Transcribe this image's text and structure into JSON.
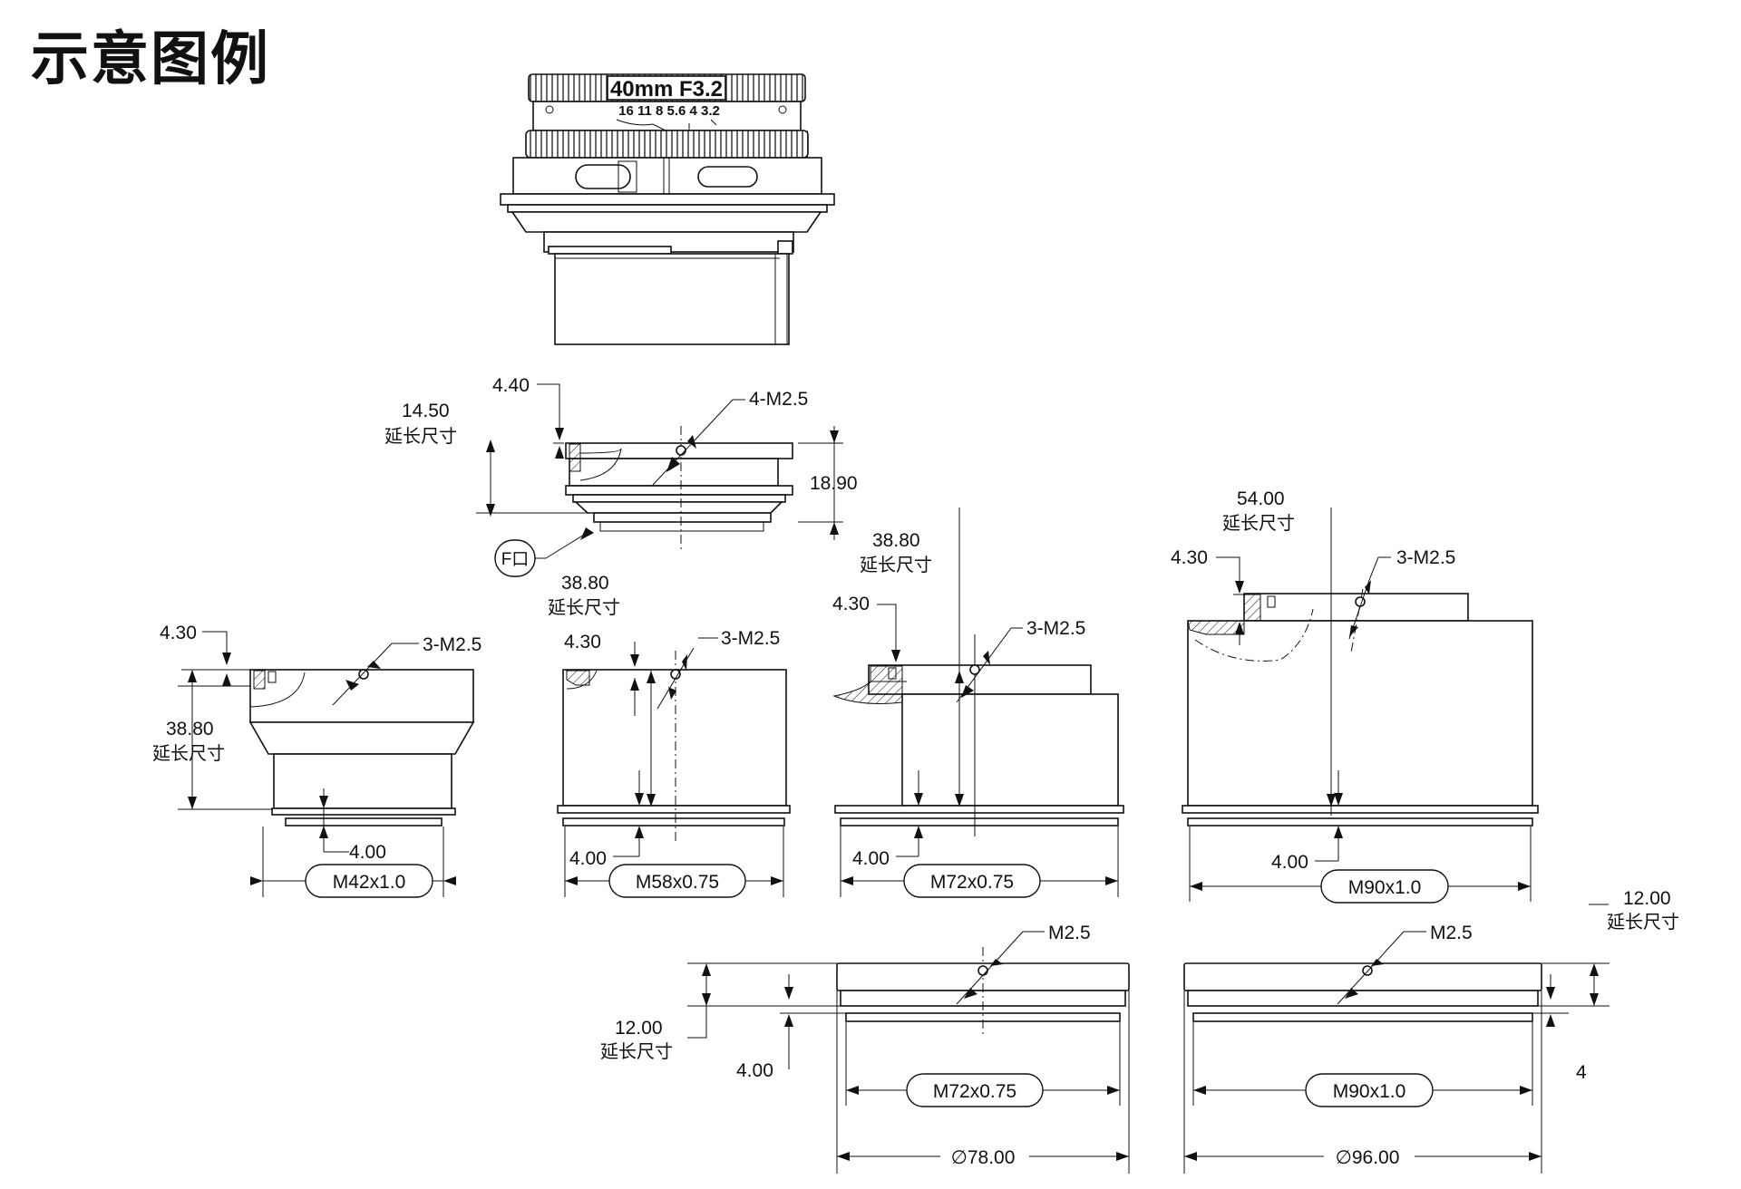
{
  "title": "示意图例",
  "lens": {
    "model": "40mm F3.2",
    "aperture_scale": "16 11 8  5.6  4  3.2"
  },
  "f_badge": "F口",
  "top_adapter": {
    "ext_value": "14.50",
    "ext_label": "延长尺寸",
    "flange": "4.40",
    "screw": "4-M2.5",
    "height": "18.90"
  },
  "m42": {
    "flange": "4.30",
    "screw": "3-M2.5",
    "ext_value": "38.80",
    "ext_label": "延长尺寸",
    "thread_h": "4.00",
    "thread": "M42x1.0"
  },
  "m58": {
    "ext_value": "38.80",
    "ext_label": "延长尺寸",
    "flange": "4.30",
    "screw": "3-M2.5",
    "thread_h": "4.00",
    "thread": "M58x0.75"
  },
  "m72": {
    "ext_value": "38.80",
    "ext_label": "延长尺寸",
    "flange": "4.30",
    "screw": "3-M2.5",
    "thread_h": "4.00",
    "thread": "M72x0.75"
  },
  "m90": {
    "ext_value": "54.00",
    "ext_label": "延长尺寸",
    "flange": "4.30",
    "screw": "3-M2.5",
    "thread_h": "4.00",
    "thread": "M90x1.0"
  },
  "ring72": {
    "ext_value": "12.00",
    "ext_label": "延长尺寸",
    "thread_h": "4.00",
    "screw": "M2.5",
    "thread": "M72x0.75",
    "diameter": "∅78.00"
  },
  "ring90": {
    "ext_value": "12.00",
    "ext_label": "延长尺寸",
    "thread_h": "4",
    "screw": "M2.5",
    "thread": "M90x1.0",
    "diameter": "∅96.00"
  }
}
